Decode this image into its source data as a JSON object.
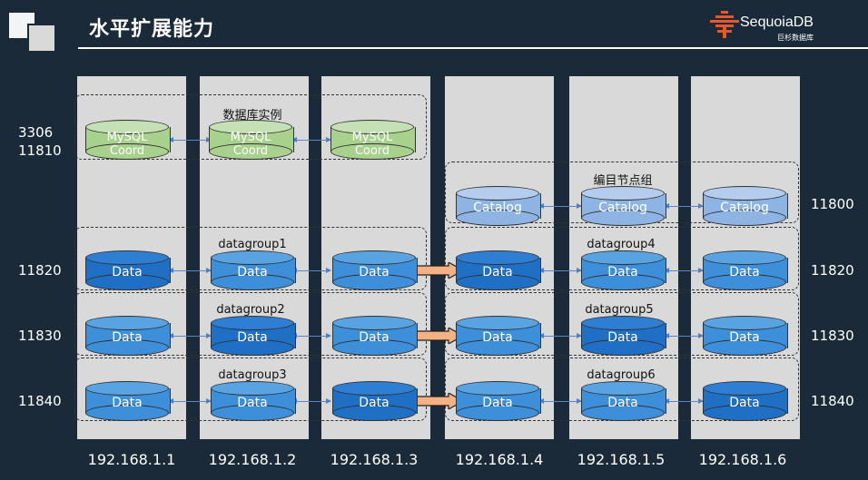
{
  "title": "水平扩展能力",
  "logo": {
    "name": "SequoiaDB",
    "sub": "巨杉数据库",
    "colors": {
      "mark": "#e8562b",
      "text": "#ffffff"
    }
  },
  "columns": [
    {
      "ip": "192.168.1.1"
    },
    {
      "ip": "192.168.1.2"
    },
    {
      "ip": "192.168.1.3"
    },
    {
      "ip": "192.168.1.4"
    },
    {
      "ip": "192.168.1.5"
    },
    {
      "ip": "192.168.1.6"
    }
  ],
  "ports_left": {
    "coord": [
      "3306",
      "11810"
    ],
    "dg1": "11820",
    "dg2": "11830",
    "dg3": "11840"
  },
  "ports_right": {
    "catalog": "11800",
    "dg4": "11820",
    "dg5": "11830",
    "dg6": "11840"
  },
  "groups": {
    "coord": "数据库实例",
    "catalog": "编目节点组",
    "dg1": "datagroup1",
    "dg2": "datagroup2",
    "dg3": "datagroup3",
    "dg4": "datagroup4",
    "dg5": "datagroup5",
    "dg6": "datagroup6"
  },
  "node_labels": {
    "coord_line1": "MySQL",
    "coord_line2": "Coord",
    "catalog": "Catalog",
    "data": "Data"
  },
  "colors": {
    "background": "#1b2a38",
    "column": "#d9d9d9",
    "coord": "#a9d18e",
    "catalog": "#8eb4e3",
    "data_primary": "#1f6fc5",
    "data_secondary": "#3d8fd9",
    "arrow": "#f4b183"
  }
}
